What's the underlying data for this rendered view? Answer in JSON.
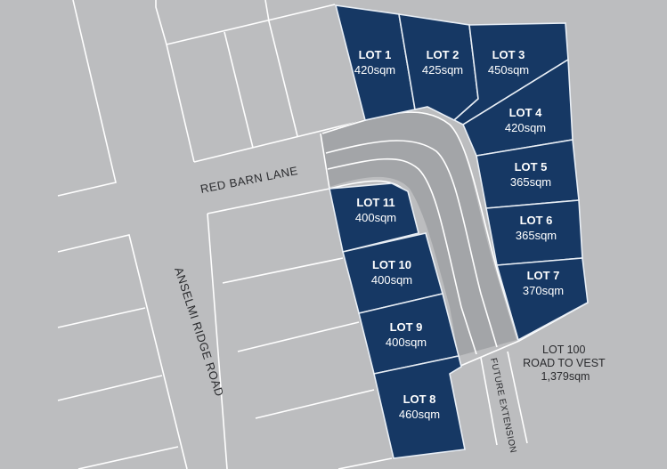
{
  "map": {
    "background_color": "#bcbdbf",
    "lot_color": "#163864",
    "road_color": "#a3a5a8",
    "line_color": "#ffffff"
  },
  "streets": {
    "red_barn_lane": "RED BARN LANE",
    "anselmi_ridge_road": "ANSELMI RIDGE ROAD",
    "future_extension": "FUTURE EXTENSION"
  },
  "lots": [
    {
      "name": "LOT 1",
      "area": "420sqm"
    },
    {
      "name": "LOT 2",
      "area": "425sqm"
    },
    {
      "name": "LOT 3",
      "area": "450sqm"
    },
    {
      "name": "LOT 4",
      "area": "420sqm"
    },
    {
      "name": "LOT 5",
      "area": "365sqm"
    },
    {
      "name": "LOT 6",
      "area": "365sqm"
    },
    {
      "name": "LOT 7",
      "area": "370sqm"
    },
    {
      "name": "LOT 8",
      "area": "460sqm"
    },
    {
      "name": "LOT 9",
      "area": "400sqm"
    },
    {
      "name": "LOT 10",
      "area": "400sqm"
    },
    {
      "name": "LOT 11",
      "area": "400sqm"
    }
  ],
  "road_lot": {
    "name": "LOT 100",
    "description": "ROAD TO VEST",
    "area": "1,379sqm"
  }
}
